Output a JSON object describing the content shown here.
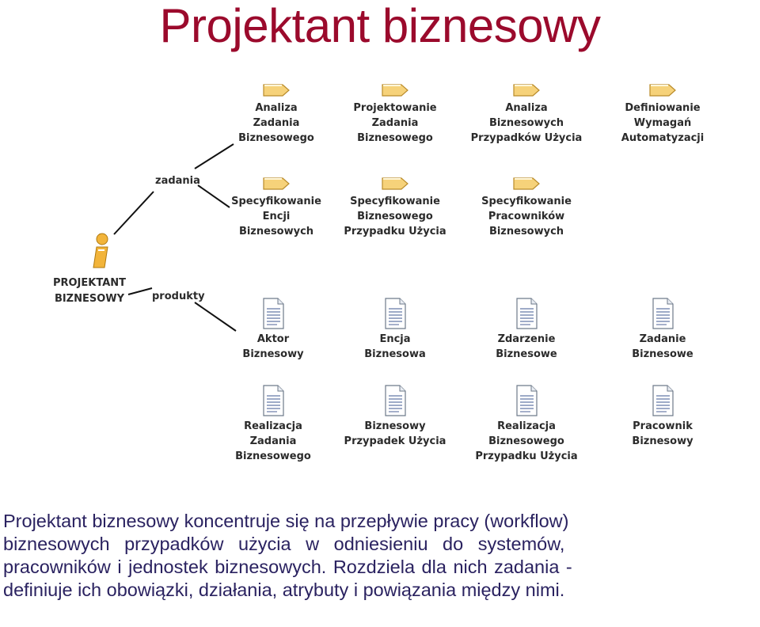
{
  "title": "Projektant biznesowy",
  "diagram": {
    "actor": {
      "label": "PROJEKTANT\nBIZNESOWY",
      "icon": "business-worker-icon"
    },
    "branches": {
      "tasks": "zadania",
      "products": "produkty"
    },
    "tasks": [
      {
        "label": "Analiza\nZadania\nBiznesowego",
        "icon": "task-icon"
      },
      {
        "label": "Projektowanie\nZadania\nBiznesowego",
        "icon": "task-icon"
      },
      {
        "label": "Analiza\nBiznesowych\nPrzypadków Użycia",
        "icon": "task-icon"
      },
      {
        "label": "Definiowanie\nWymagań\nAutomatyzacji",
        "icon": "task-icon"
      },
      {
        "label": "Specyfikowanie\nEncji\nBiznesowych",
        "icon": "task-icon"
      },
      {
        "label": "Specyfikowanie\nBiznesowego\nPrzypadku Użycia",
        "icon": "task-icon"
      },
      {
        "label": "Specyfikowanie\nPracowników\nBiznesowych",
        "icon": "task-icon"
      }
    ],
    "products": [
      {
        "label": "Aktor\nBiznesowy",
        "icon": "document-icon"
      },
      {
        "label": "Encja\nBiznesowa",
        "icon": "document-icon"
      },
      {
        "label": "Zdarzenie\nBiznesowe",
        "icon": "document-icon"
      },
      {
        "label": "Zadanie\nBiznesowe",
        "icon": "document-icon"
      },
      {
        "label": "Realizacja\nZadania\nBiznesowego",
        "icon": "document-icon"
      },
      {
        "label": "Biznesowy\nPrzypadek Użycia",
        "icon": "document-icon"
      },
      {
        "label": "Realizacja\nBiznesowego\nPrzypadku Użycia",
        "icon": "document-icon"
      },
      {
        "label": "Pracownik\nBiznesowy",
        "icon": "document-icon"
      }
    ]
  },
  "description": {
    "lines": [
      "Projektant biznesowy koncentruje się na przepływie pracy (workflow)",
      "biznesowych przypadków użycia w odniesieniu do systemów,",
      "pracowników i jednostek biznesowych. Rozdziela dla nich zadania -",
      "definiuje ich obowiązki, działania, atrybuty i powiązania między nimi."
    ]
  },
  "colors": {
    "title": "#9b0a2c",
    "description": "#2a2260",
    "task_icon_fill": "#f6d27a",
    "actor_icon": "#f2b43a"
  }
}
